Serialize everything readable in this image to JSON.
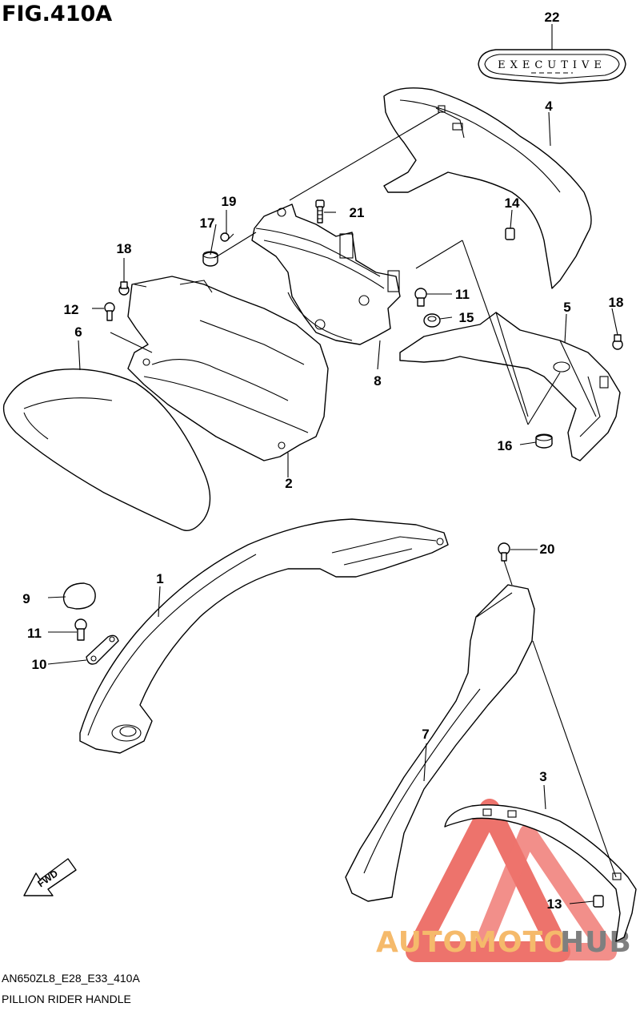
{
  "figure": {
    "title": "FIG.410A"
  },
  "footer": {
    "model_code": "AN650ZL8_E28_E33_410A",
    "section_name": "PILLION RIDER HANDLE"
  },
  "emblem": {
    "text": "EXECUTIVE"
  },
  "fwd_arrow": {
    "label": "FWD"
  },
  "callouts": {
    "c1": "1",
    "c2": "2",
    "c3": "3",
    "c4": "4",
    "c5": "5",
    "c6": "6",
    "c7": "7",
    "c8": "8",
    "c9": "9",
    "c10": "10",
    "c11a": "11",
    "c11b": "11",
    "c12": "12",
    "c13": "13",
    "c14": "14",
    "c15": "15",
    "c16": "16",
    "c17": "17",
    "c18a": "18",
    "c18b": "18",
    "c19": "19",
    "c20": "20",
    "c21": "21",
    "c22": "22"
  },
  "watermark": {
    "brand_part1": "AUTOMOTO",
    "brand_part2": "HUB",
    "color_primary": "#e8453c",
    "color_secondary": "#f2a33a",
    "color_dark": "#555555"
  },
  "colors": {
    "line": "#000000",
    "background": "#ffffff"
  }
}
